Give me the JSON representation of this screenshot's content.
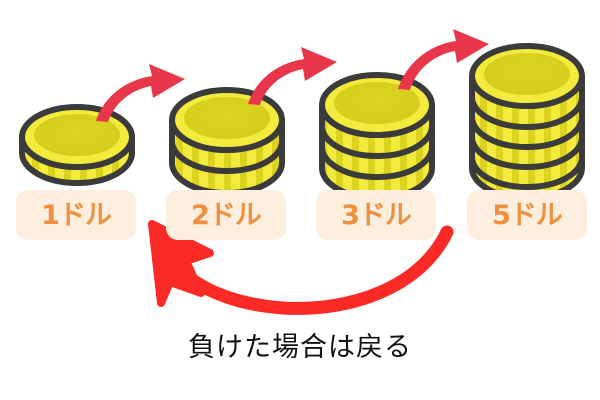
{
  "scene": {
    "title": "martingale-betting-progression",
    "background_color": "#ffffff"
  },
  "colors": {
    "coin_face_inner": "#d6cf1e",
    "coin_face_outer": "#f2ea3c",
    "coin_rim_light": "#f5ef4a",
    "coin_rim_dark": "#ddd41c",
    "coin_outline": "#3b3b3b",
    "arrow_up_red": "#e8374a",
    "arrow_return_red": "#fb2a26",
    "chip_background": "#fdeede",
    "chip_text": "#ef9040",
    "caption_text": "#111111"
  },
  "stacks": [
    {
      "id": "stack-1",
      "coins": 1,
      "label": "1ドル",
      "amount": 1,
      "currency": "ドル"
    },
    {
      "id": "stack-2",
      "coins": 2,
      "label": "2ドル",
      "amount": 2,
      "currency": "ドル"
    },
    {
      "id": "stack-3",
      "coins": 3,
      "label": "3ドル",
      "amount": 3,
      "currency": "ドル"
    },
    {
      "id": "stack-4",
      "coins": 5,
      "label": "5ドル",
      "amount": 5,
      "currency": "ドル"
    }
  ],
  "labels": {
    "chip_1": "1ドル",
    "chip_2": "2ドル",
    "chip_3": "3ドル",
    "chip_4": "5ドル"
  },
  "arrows": {
    "progress": [
      {
        "id": "arrow-1-to-2",
        "from": "1ドル",
        "to": "2ドル",
        "direction": "up-right",
        "color": "#e8374a"
      },
      {
        "id": "arrow-2-to-3",
        "from": "2ドル",
        "to": "3ドル",
        "direction": "up-right",
        "color": "#e8374a"
      },
      {
        "id": "arrow-3-to-5",
        "from": "3ドル",
        "to": "5ドル",
        "direction": "up-right",
        "color": "#e8374a"
      }
    ],
    "return": {
      "id": "arrow-return-to-start",
      "from": "5ドル",
      "to": "1ドル",
      "direction": "up-left",
      "color": "#fb2a26"
    }
  },
  "caption": {
    "text": "負けた場合は戻る"
  }
}
